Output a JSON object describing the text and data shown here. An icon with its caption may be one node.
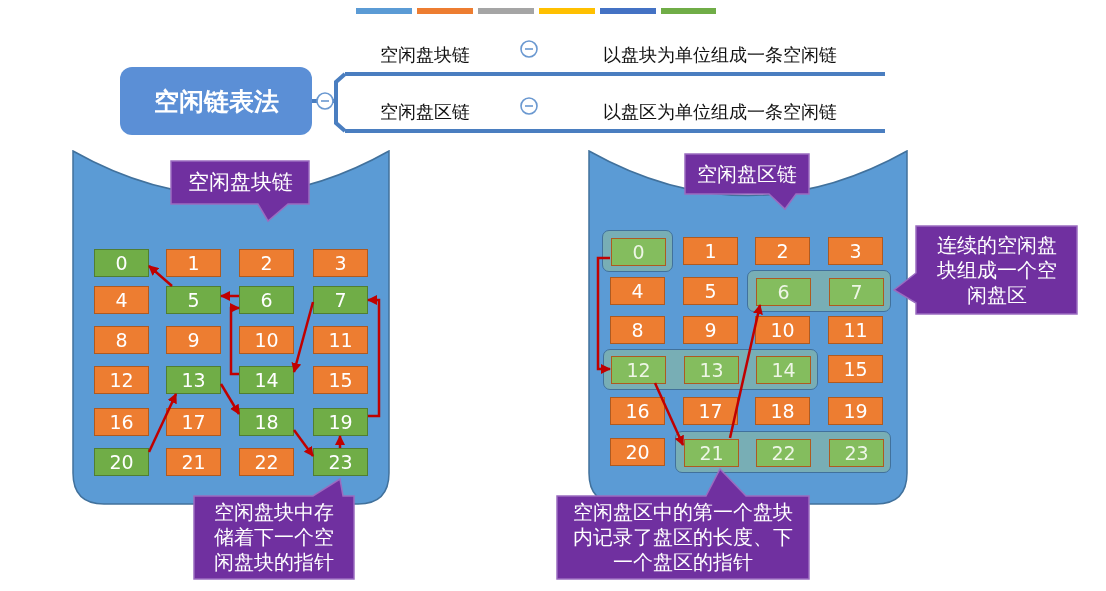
{
  "diagram": {
    "nodes": [
      {
        "text": [
          "空闲链表法"
        ]
      },
      {
        "text": [
          "空闲盘块链"
        ]
      },
      {
        "text": [
          "以盘块为单位组成一条空闲链"
        ]
      },
      {
        "text": [
          "空闲盘区链"
        ]
      },
      {
        "text": [
          "以盘区为单位组成一条空闲链"
        ]
      },
      {
        "text": [],
        "shape": "cylinder"
      },
      {
        "text": [
          "空闲盘块链"
        ]
      },
      {
        "text": [
          "0"
        ],
        "in": 5
      },
      {
        "text": [
          "1"
        ],
        "in": 5
      },
      {
        "text": [
          "2"
        ],
        "in": 5
      },
      {
        "text": [
          "3"
        ],
        "in": 5
      },
      {
        "text": [
          "4"
        ],
        "in": 5
      },
      {
        "text": [
          "5"
        ],
        "in": 5
      },
      {
        "text": [
          "6"
        ],
        "in": 5
      },
      {
        "text": [
          "7"
        ],
        "in": 5
      },
      {
        "text": [
          "8"
        ],
        "in": 5
      },
      {
        "text": [
          "9"
        ],
        "in": 5
      },
      {
        "text": [
          "10"
        ],
        "in": 5
      },
      {
        "text": [
          "11"
        ],
        "in": 5
      },
      {
        "text": [
          "12"
        ],
        "in": 5
      },
      {
        "text": [
          "13"
        ],
        "in": 5
      },
      {
        "text": [
          "14"
        ],
        "in": 5
      },
      {
        "text": [
          "15"
        ],
        "in": 5
      },
      {
        "text": [
          "16"
        ],
        "in": 5
      },
      {
        "text": [
          "17"
        ],
        "in": 5
      },
      {
        "text": [
          "18"
        ],
        "in": 5
      },
      {
        "text": [
          "19"
        ],
        "in": 5
      },
      {
        "text": [
          "20"
        ],
        "in": 5
      },
      {
        "text": [
          "21"
        ],
        "in": 5
      },
      {
        "text": [
          "22"
        ],
        "in": 5
      },
      {
        "text": [
          "23"
        ],
        "in": 5
      },
      {
        "text": [
          "空闲盘块中存储着下一个空闲盘块的指针"
        ]
      },
      {
        "text": [],
        "shape": "cylinder"
      },
      {
        "text": [
          "空闲盘区链"
        ]
      },
      {
        "text": [],
        "shape": "box",
        "in": 32
      },
      {
        "text": [
          "0"
        ],
        "in": 34
      },
      {
        "text": [
          "1"
        ],
        "in": 32
      },
      {
        "text": [
          "2"
        ],
        "in": 32
      },
      {
        "text": [
          "3"
        ],
        "in": 32
      },
      {
        "text": [
          "4"
        ],
        "in": 32
      },
      {
        "text": [
          "5"
        ],
        "in": 32
      },
      {
        "text": [],
        "shape": "box",
        "in": 32
      },
      {
        "text": [
          "6"
        ],
        "in": 41
      },
      {
        "text": [
          "7"
        ],
        "in": 41
      },
      {
        "text": [
          "8"
        ],
        "in": 32
      },
      {
        "text": [
          "9"
        ],
        "in": 32
      },
      {
        "text": [
          "10"
        ],
        "in": 32
      },
      {
        "text": [
          "11"
        ],
        "in": 32
      },
      {
        "text": [],
        "shape": "box",
        "in": 32
      },
      {
        "text": [
          "12"
        ],
        "in": 48
      },
      {
        "text": [
          "13"
        ],
        "in": 48
      },
      {
        "text": [
          "14"
        ],
        "in": 48
      },
      {
        "text": [
          "15"
        ],
        "in": 32
      },
      {
        "text": [
          "16"
        ],
        "in": 32
      },
      {
        "text": [
          "17"
        ],
        "in": 32
      },
      {
        "text": [
          "18"
        ],
        "in": 32
      },
      {
        "text": [
          "19"
        ],
        "in": 32
      },
      {
        "text": [
          "20"
        ],
        "in": 32
      },
      {
        "text": [],
        "shape": "box",
        "in": 32
      },
      {
        "text": [
          "21"
        ],
        "in": 58
      },
      {
        "text": [
          "22"
        ],
        "in": 58
      },
      {
        "text": [
          "23"
        ],
        "in": 58
      },
      {
        "text": [
          "连续的空闲盘块组成一个空闲盘区"
        ]
      },
      {
        "text": [
          "空闲盘区中的第一个盘块内记录了盘区的长度、下一个盘区的指针"
        ]
      }
    ],
    "edges": [
      {
        "from": 0,
        "to": 1,
        "arrow": "none",
        "color": "#4a7ec0"
      },
      {
        "from": 0,
        "to": 3,
        "arrow": "none",
        "color": "#4a7ec0"
      },
      {
        "from": 1,
        "to": 2,
        "arrow": "none",
        "color": "#4a7ec0"
      },
      {
        "from": 3,
        "to": 4,
        "arrow": "none",
        "color": "#4a7ec0"
      },
      {
        "from": 27,
        "to": 20,
        "arrow": "to"
      },
      {
        "from": 20,
        "to": 25,
        "arrow": "to"
      },
      {
        "from": 25,
        "to": 30,
        "arrow": "to"
      },
      {
        "from": 30,
        "to": 26,
        "arrow": "to"
      },
      {
        "from": 26,
        "to": 14,
        "arrow": "to"
      },
      {
        "from": 14,
        "to": 21,
        "arrow": "to"
      },
      {
        "from": 21,
        "to": 13,
        "arrow": "to"
      },
      {
        "from": 13,
        "to": 12,
        "arrow": "to"
      },
      {
        "from": 12,
        "to": 7,
        "arrow": "to"
      },
      {
        "from": 35,
        "to": 49,
        "arrow": "to"
      },
      {
        "from": 49,
        "to": 59,
        "arrow": "to"
      },
      {
        "from": 59,
        "to": 42,
        "arrow": "to"
      }
    ]
  }
}
